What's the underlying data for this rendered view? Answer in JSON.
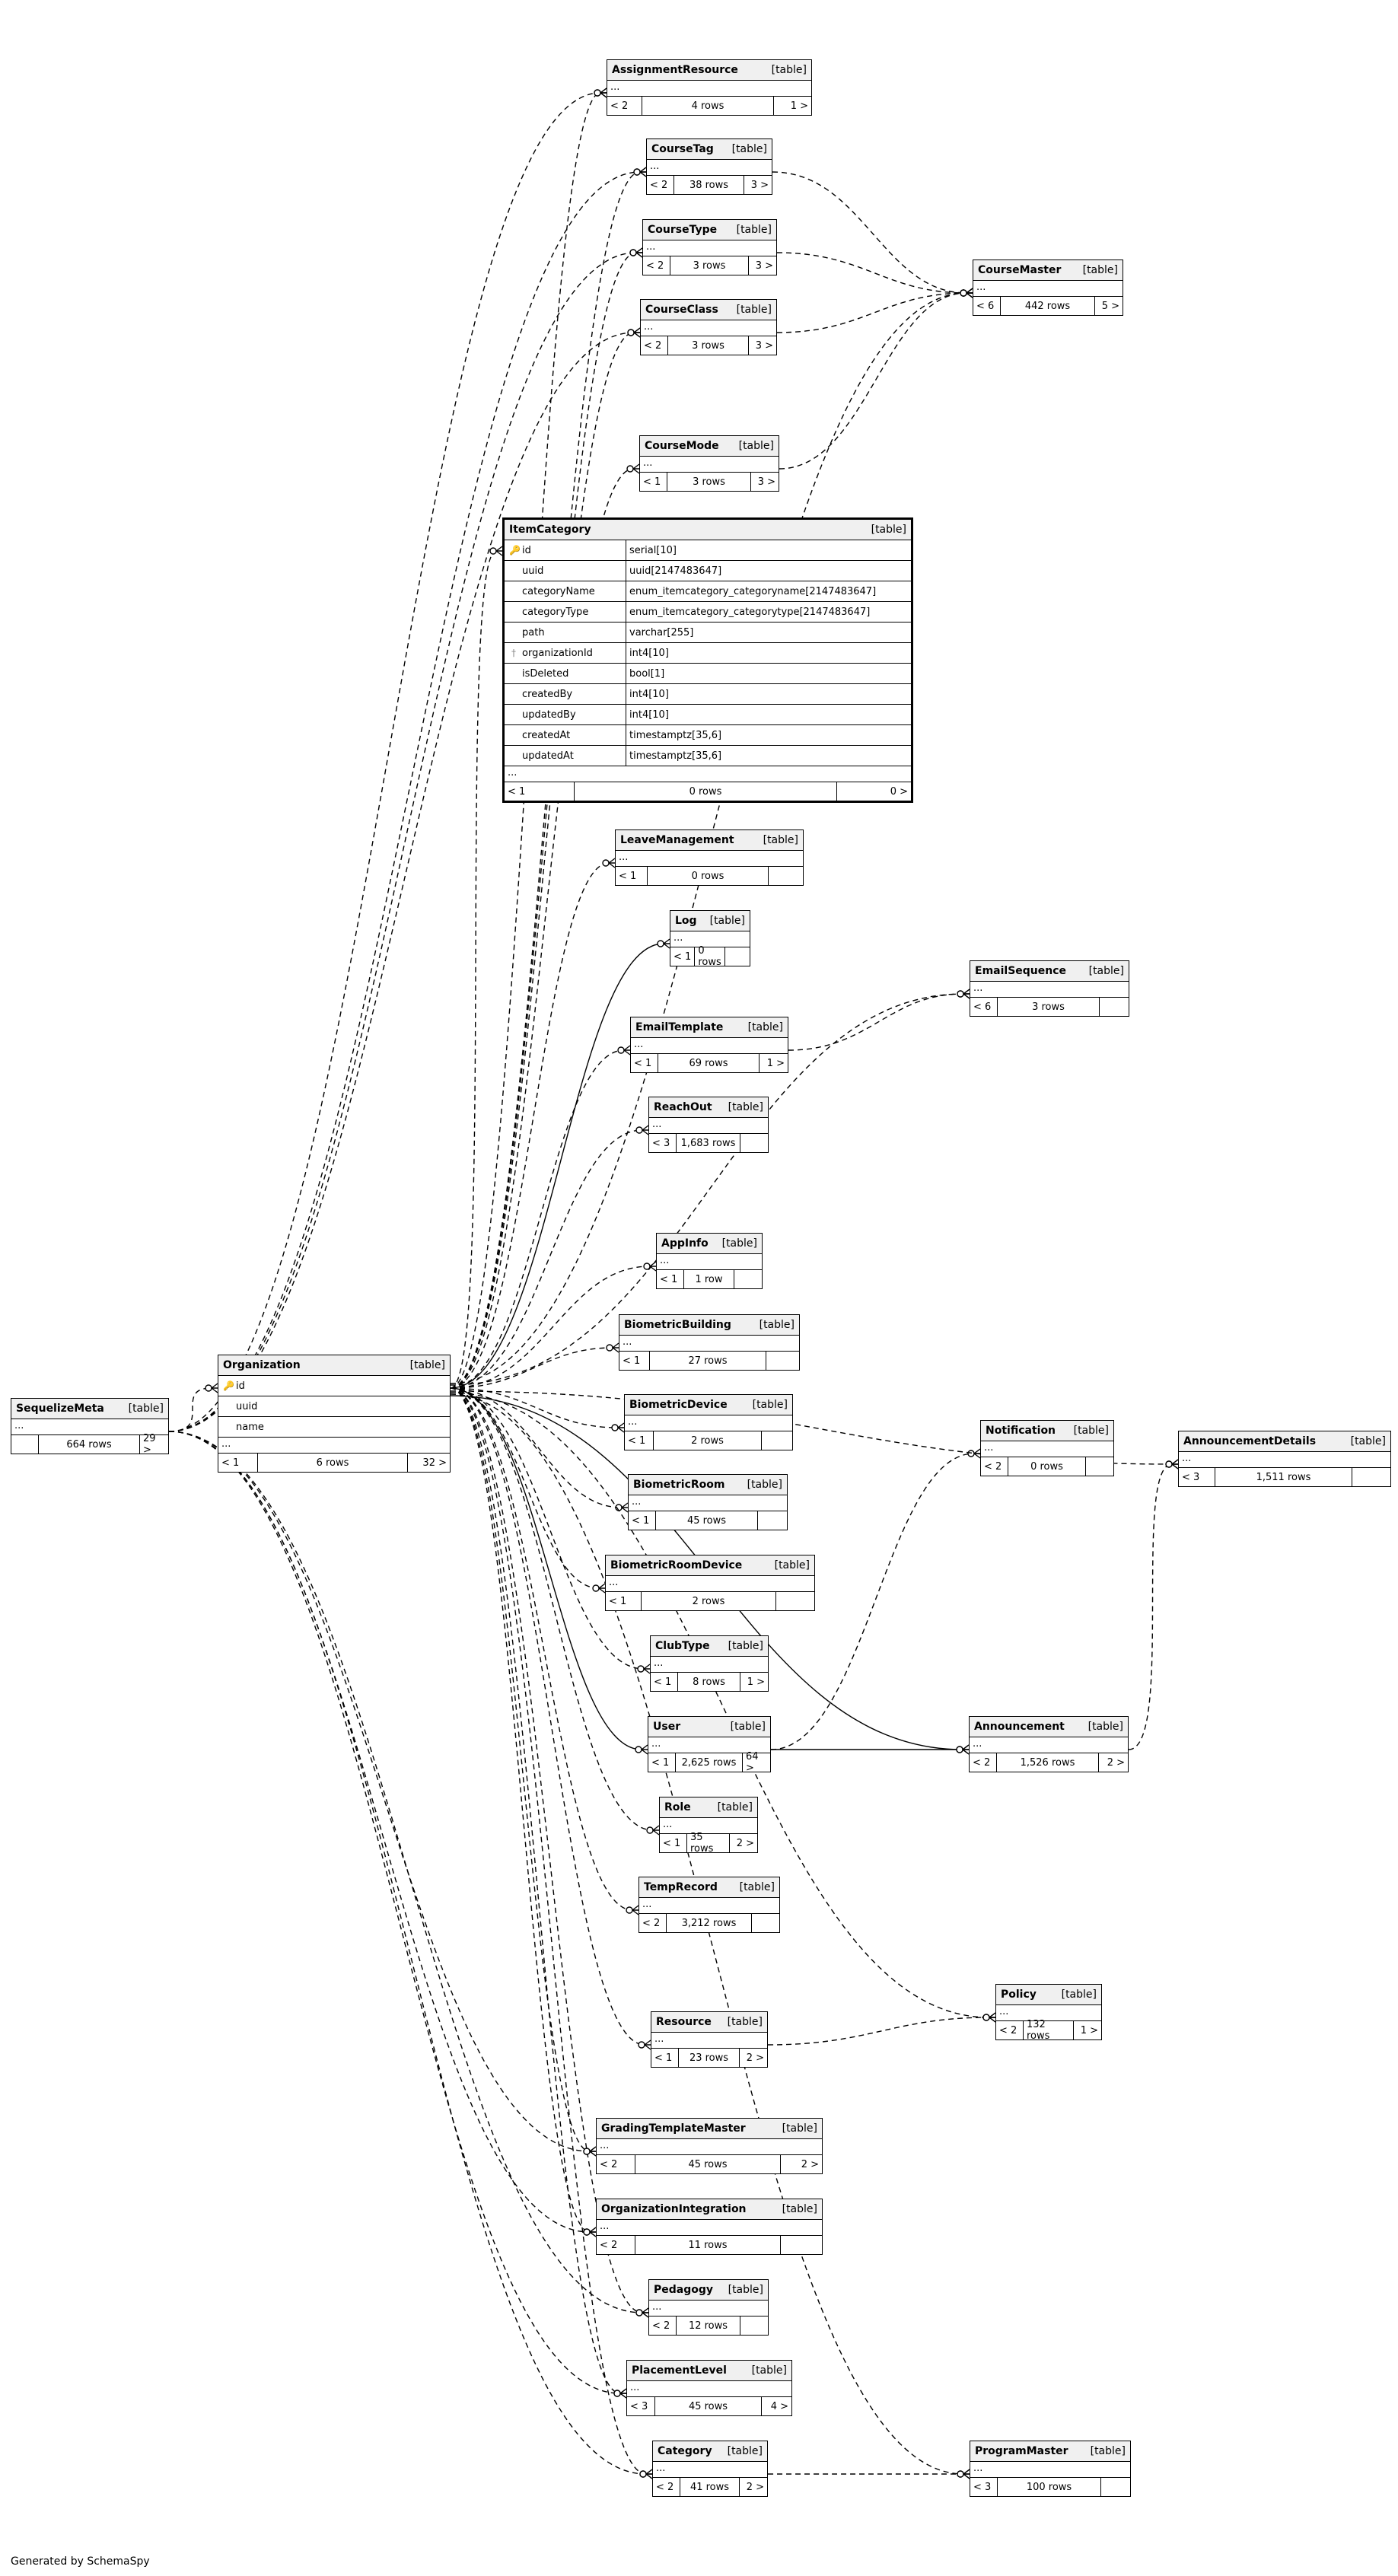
{
  "footer_text": "Generated by SchemaSpy",
  "table_tag": "[table]",
  "key_icon_glyph": "🔑",
  "fk_icon_glyph": "†",
  "focus": {
    "name": "ItemCategory",
    "columns": [
      {
        "name": "id",
        "type": "serial[10]",
        "icon": "primary-key"
      },
      {
        "name": "uuid",
        "type": "uuid[2147483647]",
        "icon": ""
      },
      {
        "name": "categoryName",
        "type": "enum_itemcategory_categoryname[2147483647]",
        "icon": ""
      },
      {
        "name": "categoryType",
        "type": "enum_itemcategory_categorytype[2147483647]",
        "icon": ""
      },
      {
        "name": "path",
        "type": "varchar[255]",
        "icon": ""
      },
      {
        "name": "organizationId",
        "type": "int4[10]",
        "icon": "foreign-key"
      },
      {
        "name": "isDeleted",
        "type": "bool[1]",
        "icon": ""
      },
      {
        "name": "createdBy",
        "type": "int4[10]",
        "icon": ""
      },
      {
        "name": "updatedBy",
        "type": "int4[10]",
        "icon": ""
      },
      {
        "name": "createdAt",
        "type": "timestamptz[35,6]",
        "icon": ""
      },
      {
        "name": "updatedAt",
        "type": "timestamptz[35,6]",
        "icon": ""
      }
    ],
    "parents": "< 1",
    "rows": "0 rows",
    "children": "0 >"
  },
  "tables": [
    {
      "id": "sequelizemeta",
      "name": "SequelizeMeta",
      "parents": "",
      "rows": "664 rows",
      "children": "29 >"
    },
    {
      "id": "organization",
      "name": "Organization",
      "parents": "< 1",
      "rows": "6 rows",
      "children": "32 >",
      "columns": [
        {
          "name": "id",
          "icon": "primary-key"
        },
        {
          "name": "uuid",
          "icon": ""
        },
        {
          "name": "name",
          "icon": ""
        }
      ]
    },
    {
      "id": "assignmentresource",
      "name": "AssignmentResource",
      "parents": "< 2",
      "rows": "4 rows",
      "children": "1 >"
    },
    {
      "id": "coursetag",
      "name": "CourseTag",
      "parents": "< 2",
      "rows": "38 rows",
      "children": "3 >"
    },
    {
      "id": "coursetype",
      "name": "CourseType",
      "parents": "< 2",
      "rows": "3 rows",
      "children": "3 >"
    },
    {
      "id": "courseclass",
      "name": "CourseClass",
      "parents": "< 2",
      "rows": "3 rows",
      "children": "3 >"
    },
    {
      "id": "coursemode",
      "name": "CourseMode",
      "parents": "< 1",
      "rows": "3 rows",
      "children": "3 >"
    },
    {
      "id": "coursemaster",
      "name": "CourseMaster",
      "parents": "< 6",
      "rows": "442 rows",
      "children": "5 >"
    },
    {
      "id": "leavemanagement",
      "name": "LeaveManagement",
      "parents": "< 1",
      "rows": "0 rows",
      "children": ""
    },
    {
      "id": "log",
      "name": "Log",
      "parents": "< 1",
      "rows": "0 rows",
      "children": ""
    },
    {
      "id": "emailsequence",
      "name": "EmailSequence",
      "parents": "< 6",
      "rows": "3 rows",
      "children": ""
    },
    {
      "id": "emailtemplate",
      "name": "EmailTemplate",
      "parents": "< 1",
      "rows": "69 rows",
      "children": "1 >"
    },
    {
      "id": "reachout",
      "name": "ReachOut",
      "parents": "< 3",
      "rows": "1,683 rows",
      "children": ""
    },
    {
      "id": "appinfo",
      "name": "AppInfo",
      "parents": "< 1",
      "rows": "1 row",
      "children": ""
    },
    {
      "id": "biometricbuilding",
      "name": "BiometricBuilding",
      "parents": "< 1",
      "rows": "27 rows",
      "children": ""
    },
    {
      "id": "biometricdevice",
      "name": "BiometricDevice",
      "parents": "< 1",
      "rows": "2 rows",
      "children": ""
    },
    {
      "id": "biometricroom",
      "name": "BiometricRoom",
      "parents": "< 1",
      "rows": "45 rows",
      "children": ""
    },
    {
      "id": "biometricroomdevice",
      "name": "BiometricRoomDevice",
      "parents": "< 1",
      "rows": "2 rows",
      "children": ""
    },
    {
      "id": "notification",
      "name": "Notification",
      "parents": "< 2",
      "rows": "0 rows",
      "children": ""
    },
    {
      "id": "announcementdetails",
      "name": "AnnouncementDetails",
      "parents": "< 3",
      "rows": "1,511 rows",
      "children": ""
    },
    {
      "id": "clubtype",
      "name": "ClubType",
      "parents": "< 1",
      "rows": "8 rows",
      "children": "1 >"
    },
    {
      "id": "user",
      "name": "User",
      "parents": "< 1",
      "rows": "2,625 rows",
      "children": "64 >"
    },
    {
      "id": "announcement",
      "name": "Announcement",
      "parents": "< 2",
      "rows": "1,526 rows",
      "children": "2 >"
    },
    {
      "id": "role",
      "name": "Role",
      "parents": "< 1",
      "rows": "35 rows",
      "children": "2 >"
    },
    {
      "id": "temprecord",
      "name": "TempRecord",
      "parents": "< 2",
      "rows": "3,212 rows",
      "children": ""
    },
    {
      "id": "policy",
      "name": "Policy",
      "parents": "< 2",
      "rows": "132 rows",
      "children": "1 >"
    },
    {
      "id": "resource",
      "name": "Resource",
      "parents": "< 1",
      "rows": "23 rows",
      "children": "2 >"
    },
    {
      "id": "gradingtemplatemaster",
      "name": "GradingTemplateMaster",
      "parents": "< 2",
      "rows": "45 rows",
      "children": "2 >"
    },
    {
      "id": "organizationintegration",
      "name": "OrganizationIntegration",
      "parents": "< 2",
      "rows": "11 rows",
      "children": ""
    },
    {
      "id": "pedagogy",
      "name": "Pedagogy",
      "parents": "< 2",
      "rows": "12 rows",
      "children": ""
    },
    {
      "id": "placementlevel",
      "name": "PlacementLevel",
      "parents": "< 3",
      "rows": "45 rows",
      "children": "4 >"
    },
    {
      "id": "category",
      "name": "Category",
      "parents": "< 2",
      "rows": "41 rows",
      "children": "2 >"
    },
    {
      "id": "programmaster",
      "name": "ProgramMaster",
      "parents": "< 3",
      "rows": "100 rows",
      "children": ""
    }
  ]
}
